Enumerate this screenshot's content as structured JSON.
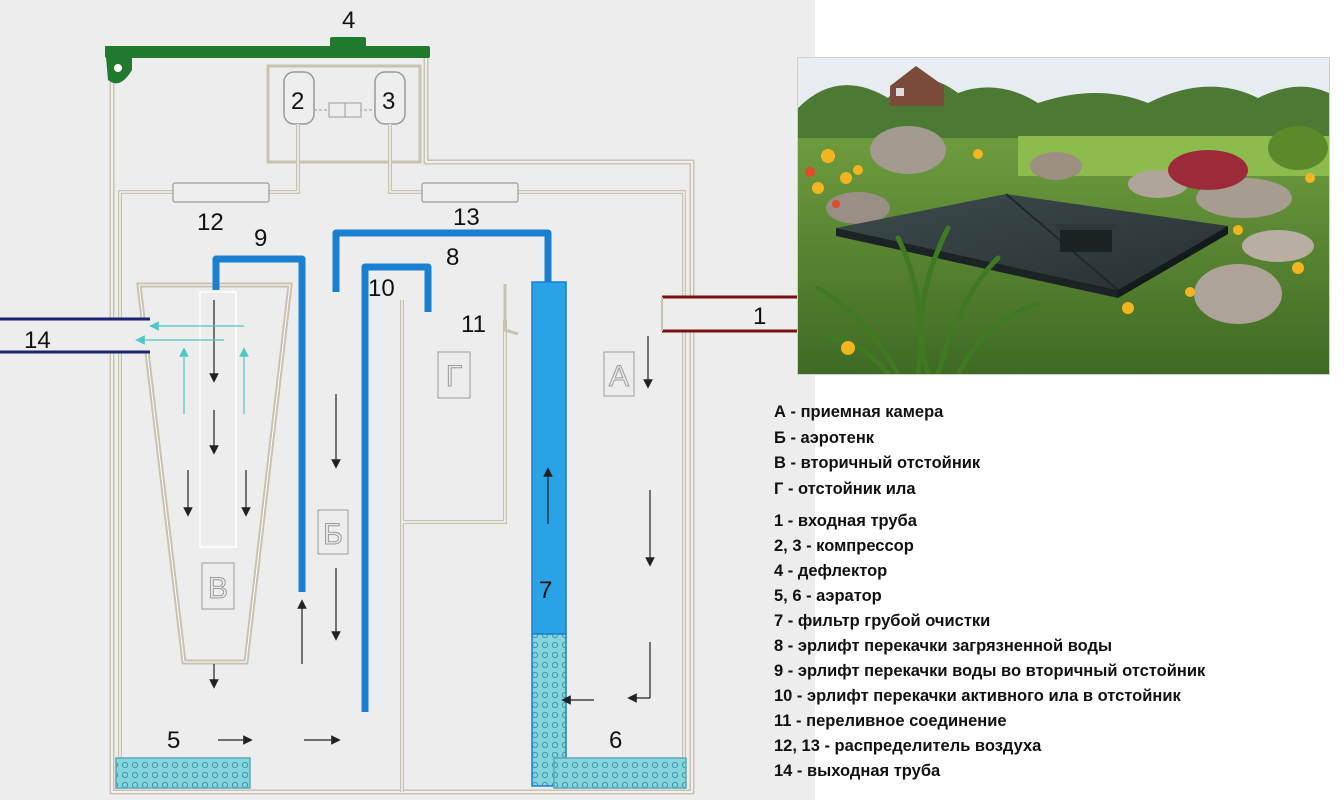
{
  "labels": {
    "n1": "1",
    "n2": "2",
    "n3": "3",
    "n4": "4",
    "n5": "5",
    "n6": "6",
    "n7": "7",
    "n8": "8",
    "n9": "9",
    "n10": "10",
    "n11": "11",
    "n12": "12",
    "n13": "13",
    "n14": "14"
  },
  "zones": {
    "a": "А",
    "b": "Б",
    "v": "В",
    "g": "Г"
  },
  "legend": {
    "zones": [
      "А - приемная камера",
      "Б - аэротенк",
      "В - вторичный отстойник",
      "Г - отстойник ила"
    ],
    "items": [
      "1 - входная труба",
      "2, 3 - компрессор",
      "4 - дефлектор",
      "5, 6 - аэратор",
      "7 - фильтр грубой очистки",
      "8 - эрлифт перекачки загрязненной воды",
      "9 - эрлифт перекачки воды во вторичный отстойник",
      "10 - эрлифт перекачки активного ила в отстойник",
      "11 - переливное соединение",
      "12, 13 - распределитель воздуха",
      "14 - выходная труба"
    ]
  },
  "colors": {
    "lid": "#1f7a2e",
    "airlift": "#1a7fd0",
    "filter": "#29a3e6",
    "aerator": "#86d4de",
    "inlet_pipe": "#7a1010",
    "outlet_pipe": "#1b2470",
    "wall": "#c9c2b2",
    "flow_arrow": "#5fd0d0"
  }
}
